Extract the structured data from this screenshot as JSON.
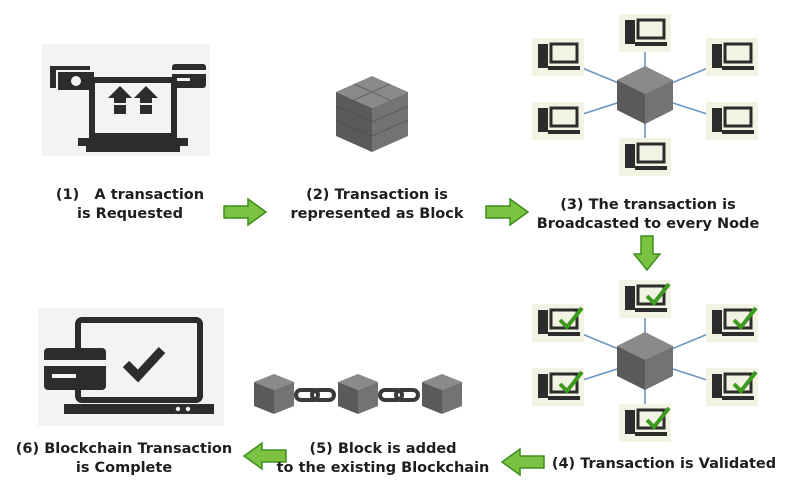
{
  "steps": [
    {
      "num": "(1)",
      "line1": "A transaction",
      "line2": "is Requested"
    },
    {
      "num": "(2)",
      "line1": "Transaction is",
      "line2": "represented as Block"
    },
    {
      "num": "(3)",
      "line1": "The transaction is",
      "line2": "Broadcasted to every Node"
    },
    {
      "num": "(4)",
      "line1": "Transaction is Validated",
      "line2": ""
    },
    {
      "num": "(5)",
      "line1": "Block is added",
      "line2": "to the existing Blockchain"
    },
    {
      "num": "(6)",
      "line1": "Blockchain Transaction",
      "line2": "is Complete"
    }
  ],
  "icons": {
    "step1": "laptop-money-transfer-icon",
    "step2": "block-cube-icon",
    "step3": "network-broadcast-icon",
    "step4": "network-validated-icon",
    "step5": "blockchain-icon",
    "step6": "payment-complete-icon"
  },
  "colors": {
    "arrow": "#7bc142",
    "arrow_dark": "#3f8f1e",
    "check": "#3c9a1e",
    "icon_dark": "#2c2c2c",
    "cube": "#6d6d6d",
    "link": "#6e96c2"
  }
}
